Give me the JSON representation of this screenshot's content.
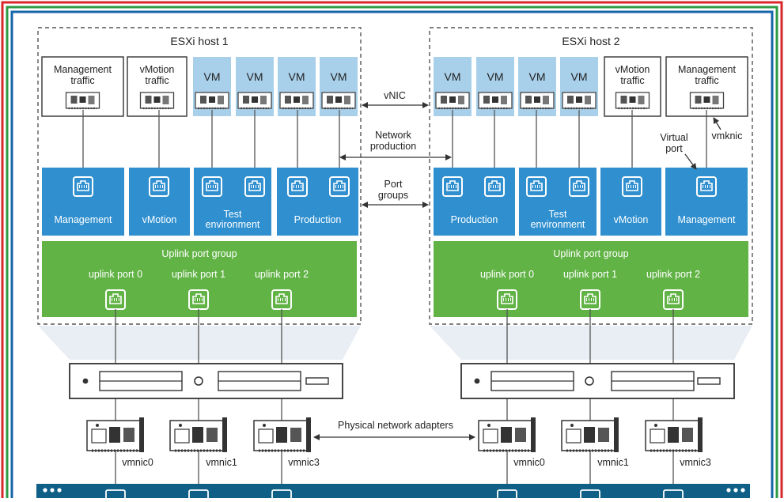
{
  "hosts": [
    {
      "title": "ESXi host 1",
      "traffic_boxes": [
        "Management traffic",
        "vMotion traffic"
      ],
      "vm_labels": [
        "VM",
        "VM",
        "VM",
        "VM"
      ],
      "port_groups": [
        "Management",
        "vMotion",
        "Test environment",
        "Production"
      ],
      "uplink_group": "Uplink port group",
      "uplink_ports": [
        "uplink port 0",
        "uplink port 1",
        "uplink port 2"
      ],
      "vmnics": [
        "vmnic0",
        "vmnic1",
        "vmnic3"
      ]
    },
    {
      "title": "ESXi host 2",
      "traffic_boxes": [
        "vMotion traffic",
        "Management traffic"
      ],
      "vm_labels": [
        "VM",
        "VM",
        "VM",
        "VM"
      ],
      "port_groups": [
        "Production",
        "Test environment",
        "vMotion",
        "Management"
      ],
      "uplink_group": "Uplink port group",
      "uplink_ports": [
        "uplink port 0",
        "uplink port 1",
        "uplink port 2"
      ],
      "vmnics": [
        "vmnic0",
        "vmnic1",
        "vmnic3"
      ]
    }
  ],
  "center_labels": {
    "vnic": "vNIC",
    "network_production": "Network production",
    "port_groups": "Port groups",
    "physical_adapters": "Physical network adapters"
  },
  "annotations": {
    "virtual_port": "Virtual port",
    "vmknic": "vmknic"
  },
  "colors": {
    "frame_red": "#d9262b",
    "frame_green": "#2f9a45",
    "frame_blue": "#1565a8",
    "port_group_blue": "#2f8fcf",
    "vm_light_blue": "#a9d0ea",
    "uplink_green": "#62b346",
    "switch_teal": "#0f5f86"
  }
}
